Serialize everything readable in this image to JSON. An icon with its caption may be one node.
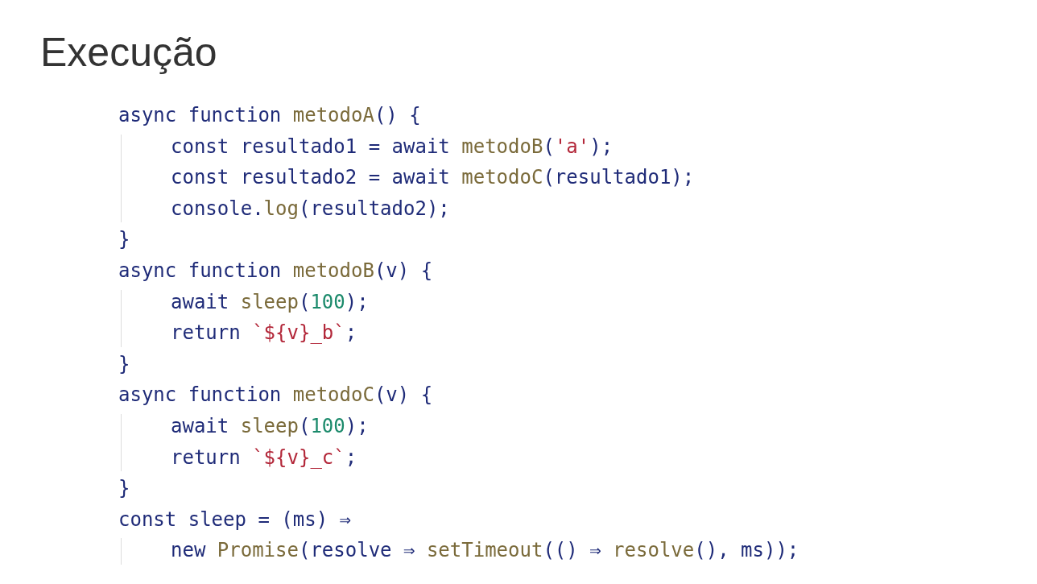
{
  "diagram": {
    "title": "Execução",
    "labels": [
      "async function metodoA() {",
      "const resultado1 = await metodoB('a');",
      "const resultado2 = await metodoC(resultado1);",
      "console.log(resultado2);",
      "}",
      "async function metodoB(v) {",
      "await sleep(100);",
      "return `${v}_b`;",
      "}",
      "async function metodoC(v) {",
      "await sleep(100);",
      "return `${v}_c`;",
      "}",
      "const sleep = (ms) ⇒",
      "new Promise(resolve ⇒ setTimeout(() ⇒ resolve(), ms));"
    ]
  }
}
